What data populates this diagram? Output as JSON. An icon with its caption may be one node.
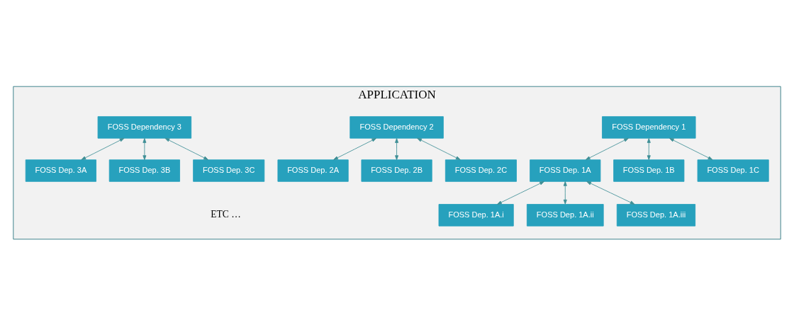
{
  "diagram": {
    "nodes": [
      {
        "text": [
          "APPLICATION"
        ]
      },
      {
        "text": [
          "FOSS Dependency 1"
        ],
        "in": 0
      },
      {
        "text": [
          "FOSS Dependency 2"
        ],
        "in": 0
      },
      {
        "text": [
          "FOSS Dependency 3"
        ],
        "in": 0
      },
      {
        "text": [
          "FOSS Dep. 1A"
        ],
        "in": 0
      },
      {
        "text": [
          "FOSS Dep. 1B"
        ],
        "in": 0
      },
      {
        "text": [
          "FOSS Dep. 1C"
        ],
        "in": 0
      },
      {
        "text": [
          "FOSS Dep. 2A"
        ],
        "in": 0
      },
      {
        "text": [
          "FOSS Dep. 2B"
        ],
        "in": 0
      },
      {
        "text": [
          "FOSS Dep. 2C"
        ],
        "in": 0
      },
      {
        "text": [
          "FOSS Dep. 3A"
        ],
        "in": 0
      },
      {
        "text": [
          "FOSS Dep. 3B"
        ],
        "in": 0
      },
      {
        "text": [
          "FOSS Dep. 3C"
        ],
        "in": 0
      },
      {
        "text": [
          "FOSS Dep. 1A.i"
        ],
        "in": 0
      },
      {
        "text": [
          "FOSS Dep. 1A.ii"
        ],
        "in": 0
      },
      {
        "text": [
          "FOSS Dep. 1A.iii"
        ],
        "in": 0
      }
    ],
    "edges": [
      {
        "from": 1,
        "to": 4,
        "arrow": "both"
      },
      {
        "from": 1,
        "to": 5,
        "arrow": "both"
      },
      {
        "from": 1,
        "to": 6,
        "arrow": "both"
      },
      {
        "from": 2,
        "to": 7,
        "arrow": "both"
      },
      {
        "from": 2,
        "to": 8,
        "arrow": "both"
      },
      {
        "from": 2,
        "to": 9,
        "arrow": "both"
      },
      {
        "from": 3,
        "to": 10,
        "arrow": "both"
      },
      {
        "from": 3,
        "to": 11,
        "arrow": "both"
      },
      {
        "from": 3,
        "to": 12,
        "arrow": "both"
      },
      {
        "from": 4,
        "to": 13,
        "arrow": "both"
      },
      {
        "from": 4,
        "to": 14,
        "arrow": "both"
      },
      {
        "from": 4,
        "to": 15,
        "arrow": "both"
      }
    ],
    "labels": [
      "ETC …"
    ]
  }
}
